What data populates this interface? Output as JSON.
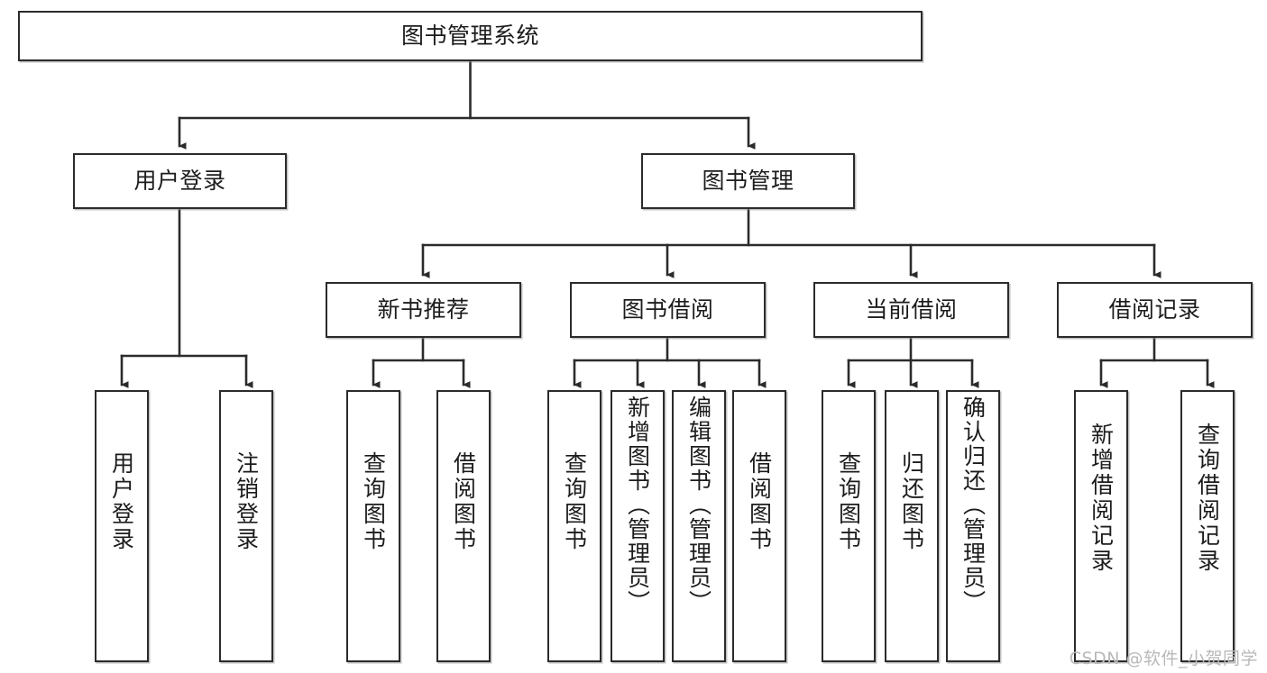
{
  "diagram": {
    "title": "图书管理系统",
    "watermark": "CSDN @软件_小贺同学",
    "line_color": "#2b2b2b",
    "box_fill": "#ffffff",
    "text_color": "#1c1c1c",
    "nodes": {
      "root": {
        "label": "图书管理系统"
      },
      "level2": [
        {
          "id": "user-login",
          "label": "用户登录"
        },
        {
          "id": "book-manage",
          "label": "图书管理"
        }
      ],
      "level3": [
        {
          "id": "new-book-recommend",
          "label": "新书推荐"
        },
        {
          "id": "book-borrow",
          "label": "图书借阅"
        },
        {
          "id": "current-borrow",
          "label": "当前借阅"
        },
        {
          "id": "borrow-record",
          "label": "借阅记录"
        }
      ],
      "leaves": {
        "user-login": [
          {
            "id": "leaf-user-login",
            "label": "用户登录"
          },
          {
            "id": "leaf-logout-login",
            "label": "注销登录"
          }
        ],
        "new-book-recommend": [
          {
            "id": "leaf-query-book-1",
            "label": "查询图书"
          },
          {
            "id": "leaf-borrow-book-1",
            "label": "借阅图书"
          }
        ],
        "book-borrow": [
          {
            "id": "leaf-query-book-2",
            "label": "查询图书"
          },
          {
            "id": "leaf-add-book-admin",
            "label": "新增图书（管理员）"
          },
          {
            "id": "leaf-edit-book-admin",
            "label": "编辑图书（管理员）"
          },
          {
            "id": "leaf-borrow-book-2",
            "label": "借阅图书"
          }
        ],
        "current-borrow": [
          {
            "id": "leaf-query-book-3",
            "label": "查询图书"
          },
          {
            "id": "leaf-return-book",
            "label": "归还图书"
          },
          {
            "id": "leaf-confirm-return-admin",
            "label": "确认归还（管理员）"
          }
        ],
        "borrow-record": [
          {
            "id": "leaf-add-borrow-record",
            "label": "新增借阅记录"
          },
          {
            "id": "leaf-query-borrow-record",
            "label": "查询借阅记录"
          }
        ]
      }
    }
  }
}
